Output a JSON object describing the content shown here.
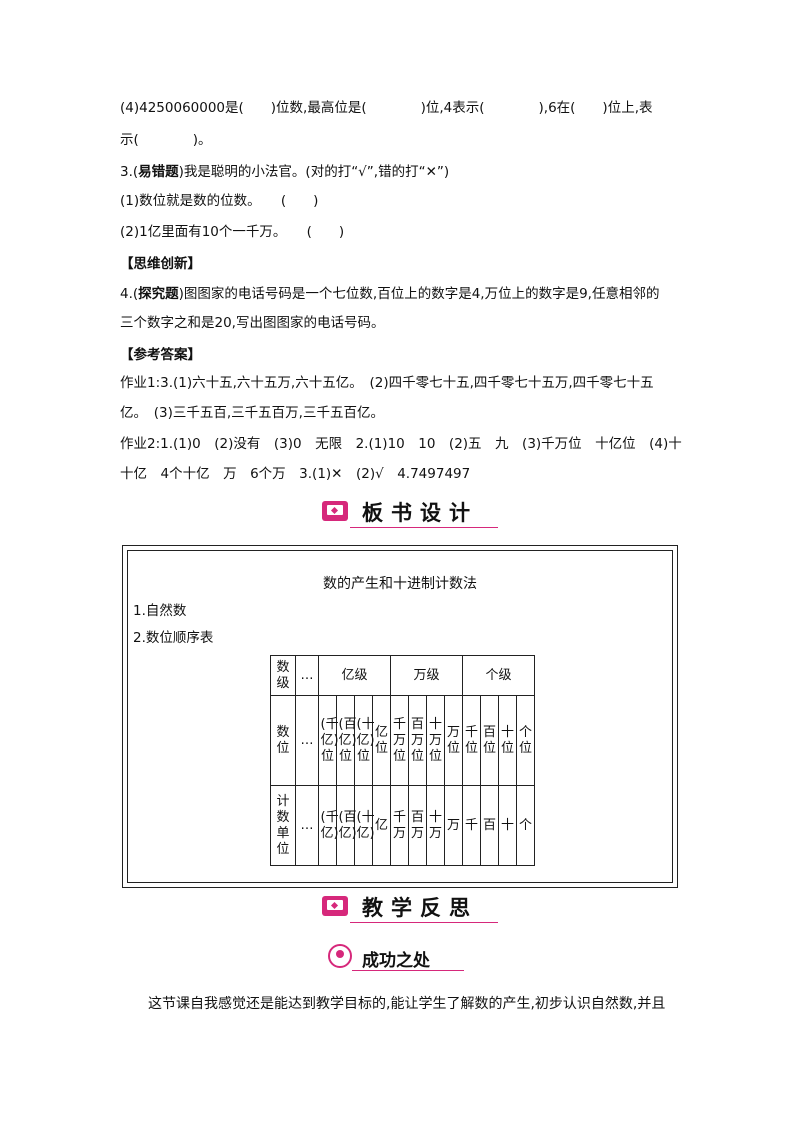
{
  "q4_line1": "(4)4250060000是(　　)位数,最高位是(　　　　)位,4表示(　　　　),6在(　　)位上,表",
  "q4_line2": "示(　　　　)。",
  "q3_title_prefix": "3.(",
  "q3_title_tag": "易错题",
  "q3_title_rest": ")我是聪明的小法官。(对的打“√”,错的打“✕”)",
  "q3_1": "(1)数位就是数的位数。　　(　　)",
  "q3_2": "(2)1亿里面有10个一千万。　　(　　)",
  "section_thinking": "【思维创新】",
  "q4b_prefix": "4.(",
  "q4b_tag": "探究题",
  "q4b_rest": ")图图家的电话号码是一个七位数,百位上的数字是4,万位上的数字是9,任意相邻的",
  "q4b_line2": "三个数字之和是20,写出图图家的电话号码。",
  "section_answer": "【参考答案】",
  "ans1_line1": "作业1:3.(1)六十五,六十五万,六十五亿。　(2)四千零七十五,四千零七十五万,四千零七十五",
  "ans1_line2": "亿。　(3)三千五百,三千五百万,三千五百亿。",
  "ans2_line1": "作业2:1.(1)0　(2)没有　(3)0　无限　2.(1)10　10　(2)五　九　(3)千万位　十亿位　(4)十",
  "ans2_line2": "十亿　4个十亿　万　6个万　3.(1)✕　(2)√　4.7497497",
  "header_board": "板书设计",
  "board_title": "数的产生和十进制计数法",
  "board_item1": "1.自然数",
  "board_item2": "2.数位顺序表",
  "table": {
    "row1_label": "数级",
    "ellipsis": "…",
    "yi_ji": "亿级",
    "wan_ji": "万级",
    "ge_ji": "个级",
    "row2_label": "数位",
    "row3_label": "计数单位",
    "pos": [
      "(千亿)位",
      "(百亿)位",
      "(十亿)位",
      "亿位",
      "千万位",
      "百万位",
      "十万位",
      "万位",
      "千位",
      "百位",
      "十位",
      "个位"
    ],
    "units": [
      "(千亿)",
      "(百亿)",
      "(十亿)",
      "亿",
      "千万",
      "百万",
      "十万",
      "万",
      "千",
      "百",
      "十",
      "个"
    ]
  },
  "header_reflection": "教学反思",
  "header_success": "成功之处",
  "success_text": "这节课自我感觉还是能达到教学目标的,能让学生了解数的产生,初步认识自然数,并且",
  "accent_color": "#d6287b"
}
